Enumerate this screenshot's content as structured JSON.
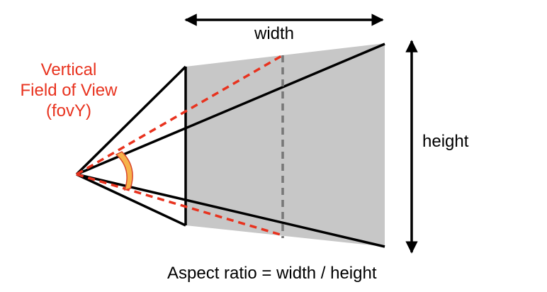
{
  "labels": {
    "width": "width",
    "height": "height",
    "fov": [
      "Vertical",
      "Field of View",
      "(fovY)"
    ],
    "aspect": "Aspect ratio = width / height"
  },
  "colors": {
    "fov_text": "#e8321e",
    "dashed_red": "#e8321e",
    "dashed_gray": "#777777",
    "plane_fill": "#c7c7c7",
    "angle_arc_fill": "#f6b24a",
    "angle_arc_stroke": "#d9442a",
    "lines": "#000000"
  },
  "icons": {
    "width_dimension": "double-arrow-horizontal-icon",
    "height_dimension": "double-arrow-vertical-icon"
  }
}
